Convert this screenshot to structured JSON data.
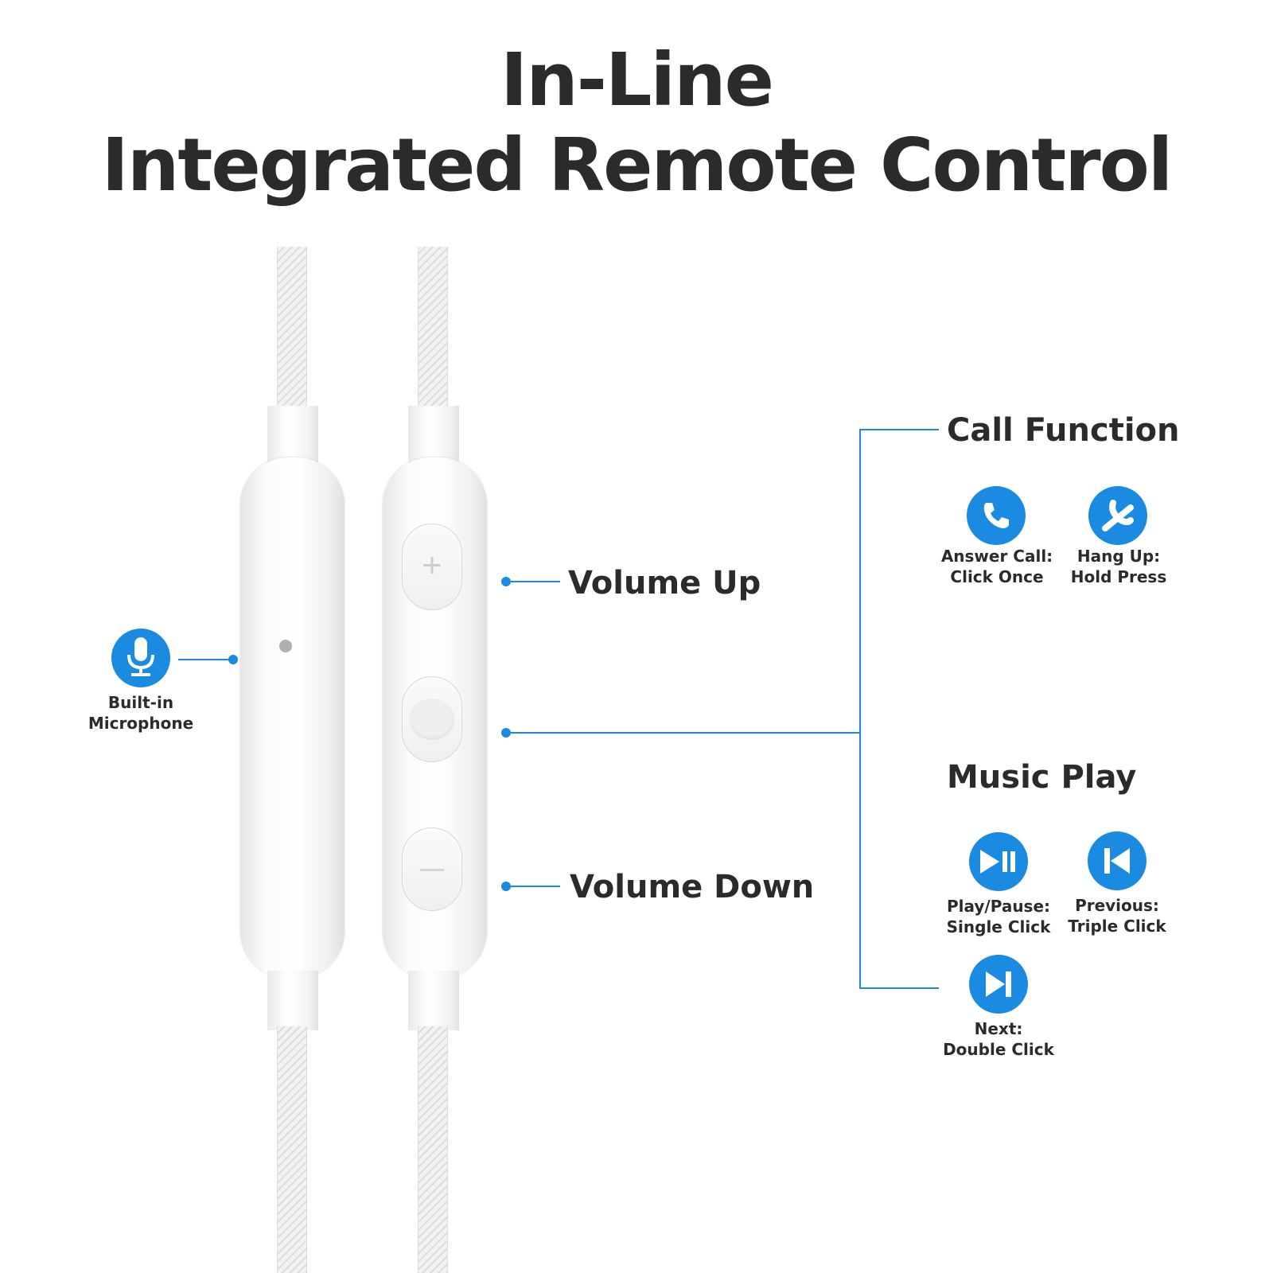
{
  "title": {
    "line1": "In-Line",
    "line2": "Integrated Remote Control"
  },
  "labels": {
    "volume_up": "Volume Up",
    "volume_down": "Volume Down",
    "microphone_line1": "Built-in",
    "microphone_line2": "Microphone"
  },
  "call_function": {
    "heading": "Call Function",
    "items": [
      {
        "icon": "phone-icon",
        "line1": "Answer Call:",
        "line2": "Click Once"
      },
      {
        "icon": "hang-up-icon",
        "line1": "Hang Up:",
        "line2": "Hold Press"
      }
    ]
  },
  "music_play": {
    "heading": "Music Play",
    "items": [
      {
        "icon": "play-pause-icon",
        "line1": "Play/Pause:",
        "line2": "Single Click"
      },
      {
        "icon": "previous-icon",
        "line1": "Previous:",
        "line2": "Triple Click"
      },
      {
        "icon": "next-icon",
        "line1": "Next:",
        "line2": "Double Click"
      }
    ]
  },
  "colors": {
    "accent": "#1a8be0",
    "text": "#2b2b2b"
  }
}
